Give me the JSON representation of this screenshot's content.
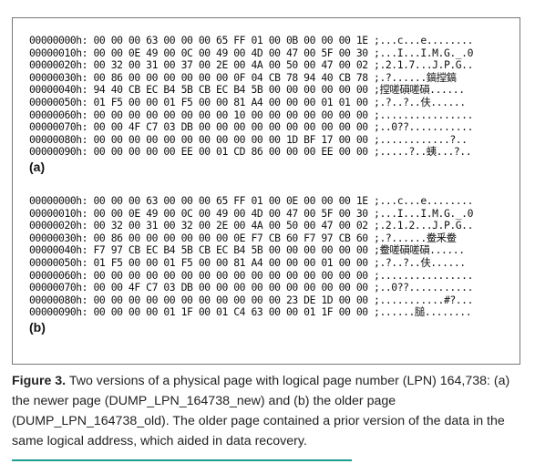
{
  "figure": {
    "panel_a": {
      "label": "(a)",
      "lines": [
        "00000000h: 00 00 00 63 00 00 00 65 FF 01 00 0B 00 00 00 1E ;...c...e........",
        "00000010h: 00 00 0E 49 00 0C 00 49 00 4D 00 47 00 5F 00 30 ;...I...I.M.G._.0",
        "00000020h: 00 32 00 31 00 37 00 2E 00 4A 00 50 00 47 00 02 ;.2.1.7...J.P.G..",
        "00000030h: 00 86 00 00 00 00 00 00 0F 04 CB 78 94 40 CB 78 ;.?......鎬摚鎬",
        "00000040h: 94 40 CB EC B4 5B CB EC B4 5B 00 00 00 00 00 00 ;摚嗟磒嗟磒......",
        "00000050h: 01 F5 00 00 01 F5 00 00 81 A4 00 00 00 01 01 00 ;.?..?..伕......",
        "00000060h: 00 00 00 00 00 00 00 00 10 00 00 00 00 00 00 00 ;................",
        "00000070h: 00 00 4F C7 03 DB 00 00 00 00 00 00 00 00 00 00 ;..0??...........",
        "00000080h: 00 00 00 00 00 00 00 00 00 00 00 1D BF 17 00 00 ;............?..",
        "00000090h: 00 00 00 00 00 EE 00 01 CD 86 00 00 00 EE 00 00 ;.....?..蛦...?.."
      ]
    },
    "panel_b": {
      "label": "(b)",
      "lines": [
        "00000000h: 00 00 00 63 00 00 00 65 FF 01 00 0E 00 00 00 1E ;...c...e........",
        "00000010h: 00 00 0E 49 00 0C 00 49 00 4D 00 47 00 5F 00 30 ;...I...I.M.G._.0",
        "00000020h: 00 32 00 31 00 32 00 2E 00 4A 00 50 00 47 00 02 ;.2.1.2...J.P.G..",
        "00000030h: 00 86 00 00 00 00 00 00 0E F7 CB 60 F7 97 CB 60 ;.?......鲞釆鲞",
        "00000040h: F7 97 CB EC B4 5B CB EC B4 5B 00 00 00 00 00 00 ;鲞嗟磒嗟磒......",
        "00000050h: 01 F5 00 00 01 F5 00 00 81 A4 00 00 00 01 00 00 ;.?..?..伕......",
        "00000060h: 00 00 00 00 00 00 00 00 00 00 00 00 00 00 00 00 ;................",
        "00000070h: 00 00 4F C7 03 DB 00 00 00 00 00 00 00 00 00 00 ;..0??...........",
        "00000080h: 00 00 00 00 00 00 00 00 00 00 00 23 DE 1D 00 00 ;...........#?...",
        "00000090h: 00 00 00 00 01 1F 00 01 C4 63 00 00 01 1F 00 00 ;......膇........"
      ]
    }
  },
  "caption": {
    "label": "Figure 3.",
    "text": " Two versions of a physical page with logical page number (LPN) 164,738: (a) the newer page (DUMP_LPN_164738_new) and (b) the older page (DUMP_LPN_164738_old). The older page contained a prior version of the data in the same logical address, which aided in data recovery."
  },
  "colors": {
    "accent_rule": "#1a9e8f",
    "frame_border": "#777777"
  }
}
